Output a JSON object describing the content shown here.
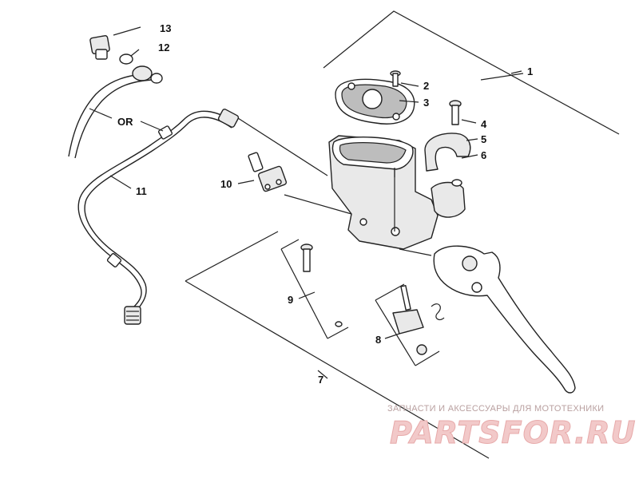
{
  "callouts": [
    {
      "id": "1",
      "text": "1"
    },
    {
      "id": "2",
      "text": "2"
    },
    {
      "id": "3",
      "text": "3"
    },
    {
      "id": "4",
      "text": "4"
    },
    {
      "id": "5",
      "text": "5"
    },
    {
      "id": "6",
      "text": "6"
    },
    {
      "id": "7",
      "text": "7"
    },
    {
      "id": "8",
      "text": "8"
    },
    {
      "id": "9",
      "text": "9"
    },
    {
      "id": "10",
      "text": "10"
    },
    {
      "id": "11",
      "text": "11"
    },
    {
      "id": "12",
      "text": "12"
    },
    {
      "id": "13",
      "text": "13"
    },
    {
      "id": "or",
      "text": "OR"
    }
  ],
  "watermark": {
    "subtitle": "ЗАПЧАСТИ И АКСЕССУАРЫ ДЛЯ МОТОТЕХНИКИ",
    "logo": "PARTSFOR.RU"
  }
}
